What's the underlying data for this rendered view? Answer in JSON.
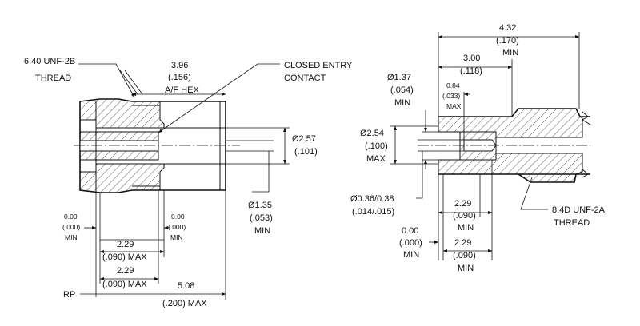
{
  "female_connector": {
    "thread": {
      "l1": "6.40 UNF-2B",
      "l2": "THREAD"
    },
    "hex": {
      "l1": "3.96",
      "l2": "(.156)",
      "l3": "A/F HEX"
    },
    "contact": {
      "l1": "CLOSED ENTRY",
      "l2": "CONTACT"
    },
    "dia_outer": {
      "l1": "Ø2.57",
      "l2": "(.101)"
    },
    "dia_pin": {
      "l1": "Ø1.35",
      "l2": "(.053)",
      "l3": "MIN"
    },
    "min_left": {
      "l1": "0.00",
      "l2": "(.000)",
      "l3": "MIN"
    },
    "min_right": {
      "l1": "0.00",
      "l2": "(.000)",
      "l3": "MIN"
    },
    "depth_1": {
      "l1": "2.29",
      "l2": "(.090) MAX"
    },
    "depth_2": {
      "l1": "2.29",
      "l2": "(.090) MAX"
    },
    "rp": "RP",
    "length": {
      "l1": "5.08",
      "l2": "(.200) MAX"
    }
  },
  "male_connector": {
    "overall": {
      "l1": "4.32",
      "l2": "(.170)",
      "l3": "MIN"
    },
    "inner": {
      "l1": "3.00",
      "l2": "(.118)"
    },
    "dia_137": {
      "l1": "Ø1.37",
      "l2": "(.054)",
      "l3": "MIN"
    },
    "pin_offset": {
      "l1": "0.84",
      "l2": "(.033)",
      "l3": "MAX"
    },
    "dia_254": {
      "l1": "Ø2.54",
      "l2": "(.100)",
      "l3": "MAX"
    },
    "pin_dia": {
      "l1": "Ø0.36/0.38",
      "l2": "(.014/.015)"
    },
    "len_a": {
      "l1": "2.29",
      "l2": "(.090)",
      "l3": "MIN"
    },
    "min_zero": {
      "l1": "0.00",
      "l2": "(.000)",
      "l3": "MIN"
    },
    "len_b": {
      "l1": "2.29",
      "l2": "(.090)",
      "l3": "MIN"
    },
    "thread": {
      "l1": "8.4D UNF-2A",
      "l2": "THREAD"
    }
  }
}
